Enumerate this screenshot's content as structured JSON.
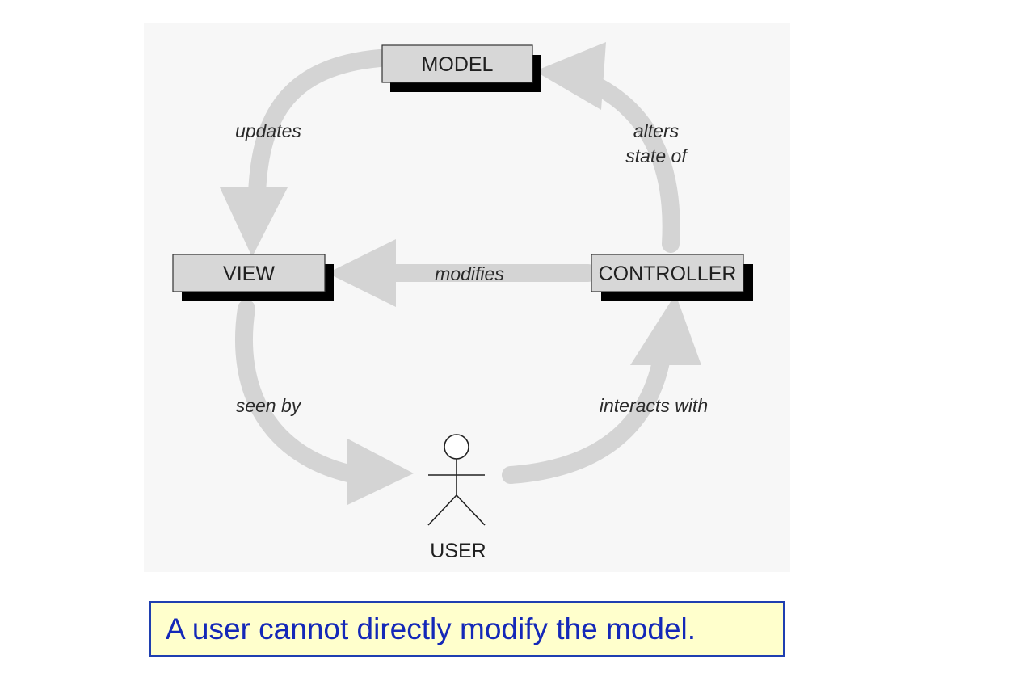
{
  "nodes": {
    "model": "MODEL",
    "view": "VIEW",
    "controller": "CONTROLLER",
    "user": "USER"
  },
  "edges": {
    "updates": "updates",
    "alters_line1": "alters",
    "alters_line2": "state of",
    "modifies": "modifies",
    "seen_by": "seen by",
    "interacts_with": "interacts with"
  },
  "caption": "A user cannot directly modify the model.",
  "colors": {
    "arrow": "#d4d4d4",
    "box_fill": "#d7d7d7",
    "box_shadow": "#000000",
    "caption_bg": "#ffffcc",
    "caption_border": "#1f3fb0",
    "caption_text": "#1428b8"
  }
}
